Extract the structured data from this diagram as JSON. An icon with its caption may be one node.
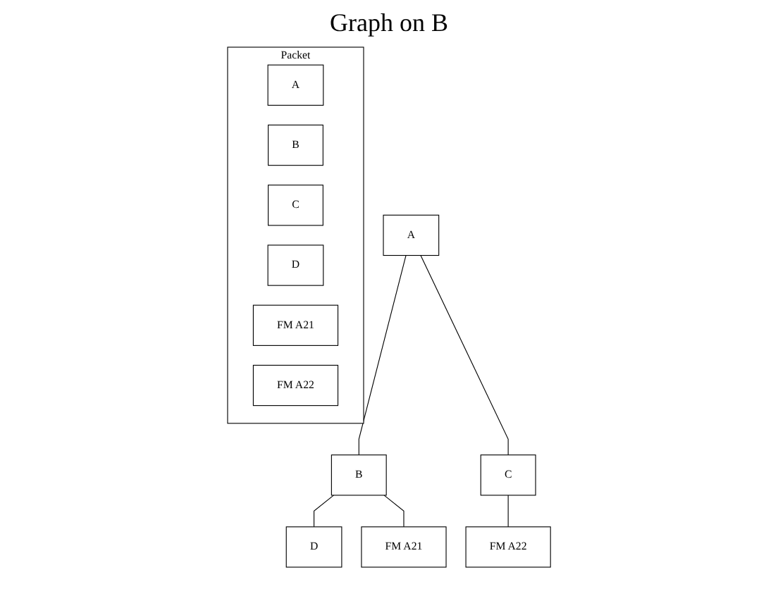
{
  "diagram": {
    "title": "Graph on B",
    "nodes": [
      {
        "text": [
          "A"
        ]
      },
      {
        "text": [
          "B"
        ]
      },
      {
        "text": [
          "C"
        ]
      },
      {
        "text": [
          "D"
        ]
      },
      {
        "text": [
          "FM A21"
        ]
      },
      {
        "text": [
          "FM A22"
        ]
      },
      {
        "text": [
          "Packet"
        ]
      },
      {
        "text": [
          "A"
        ],
        "in": 6
      },
      {
        "text": [
          "B"
        ],
        "in": 6
      },
      {
        "text": [
          "C"
        ],
        "in": 6
      },
      {
        "text": [
          "D"
        ],
        "in": 6
      },
      {
        "text": [
          "FM A21"
        ],
        "in": 6
      },
      {
        "text": [
          "FM A22"
        ],
        "in": 6
      }
    ],
    "edges": [
      {
        "from": 0,
        "to": 1,
        "arrow": "none"
      },
      {
        "from": 0,
        "to": 2,
        "arrow": "none"
      },
      {
        "from": 1,
        "to": 3,
        "arrow": "none"
      },
      {
        "from": 1,
        "to": 4,
        "arrow": "none"
      },
      {
        "from": 2,
        "to": 5,
        "arrow": "none"
      }
    ]
  }
}
